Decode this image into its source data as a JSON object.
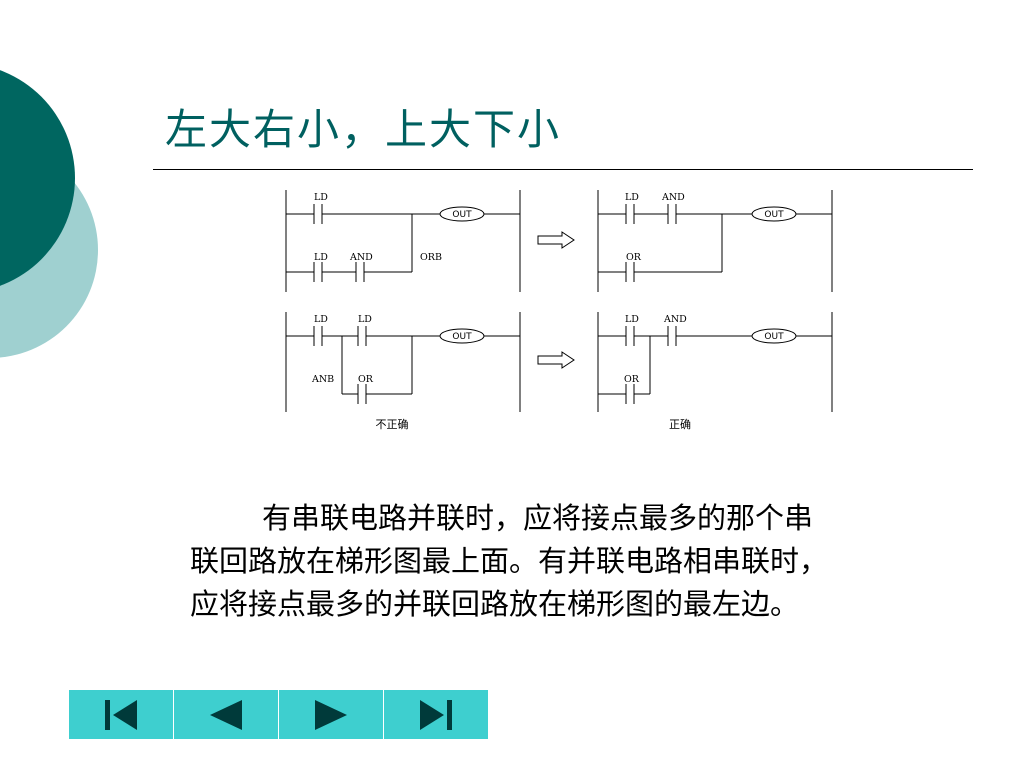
{
  "slide": {
    "title": "左大右小，上大下小",
    "body_lines": [
      "有串联电路并联时，应将接点最多的那个串",
      "联回路放在梯形图最上面。有并联电路相串联时，",
      "应将接点最多的并联回路放在梯形图的最左边。"
    ]
  },
  "diagram": {
    "labels": {
      "ld": "LD",
      "and": "AND",
      "or": "OR",
      "orb": "ORB",
      "anb": "ANB",
      "out": "OUT"
    },
    "caption_wrong": "不正确",
    "caption_right": "正确"
  },
  "colors": {
    "dark_teal": "#006660",
    "light_teal": "#9fd0d0",
    "nav_bg": "#3ecfcf",
    "title": "#006060"
  },
  "nav": {
    "buttons": [
      "first-icon",
      "previous-icon",
      "next-icon",
      "last-icon"
    ]
  }
}
